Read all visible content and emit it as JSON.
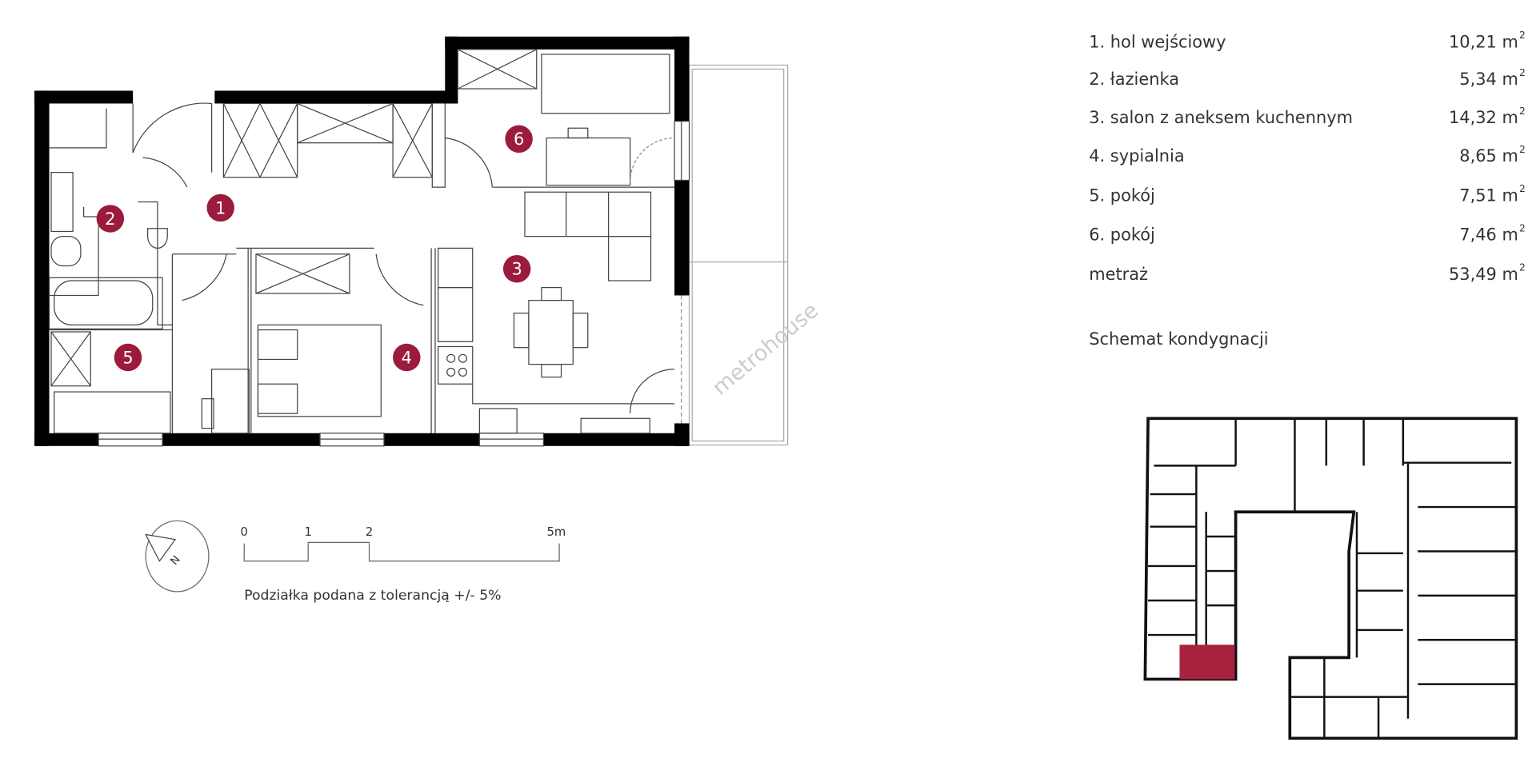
{
  "rooms": [
    {
      "num": "1",
      "label": "1. hol wejściowy",
      "area": "10,21 m",
      "unit_sup": "2"
    },
    {
      "num": "2",
      "label": "2. łazienka",
      "area": "5,34 m",
      "unit_sup": "2"
    },
    {
      "num": "3",
      "label": "3. salon z aneksem kuchennym",
      "area": "14,32 m",
      "unit_sup": "2"
    },
    {
      "num": "4",
      "label": "4. sypialnia",
      "area": "8,65 m",
      "unit_sup": "2"
    },
    {
      "num": "5",
      "label": "5. pokój",
      "area": "7,51 m",
      "unit_sup": "2"
    },
    {
      "num": "6",
      "label": "6. pokój",
      "area": "7,46 m",
      "unit_sup": "2"
    }
  ],
  "total": {
    "label": "metraż",
    "area": "53,49 m",
    "unit_sup": "2"
  },
  "floor_scheme_title": "Schemat kondygnacji",
  "scale_bar": {
    "ticks": [
      "0",
      "1",
      "2",
      "5m"
    ],
    "note": "Podziałka podana z tolerancją +/- 5%"
  },
  "compass": {
    "label": "N"
  },
  "watermark": "metrohouse",
  "colors": {
    "accent": "#9b1b3c",
    "wall": "#000000",
    "text": "#333333"
  }
}
